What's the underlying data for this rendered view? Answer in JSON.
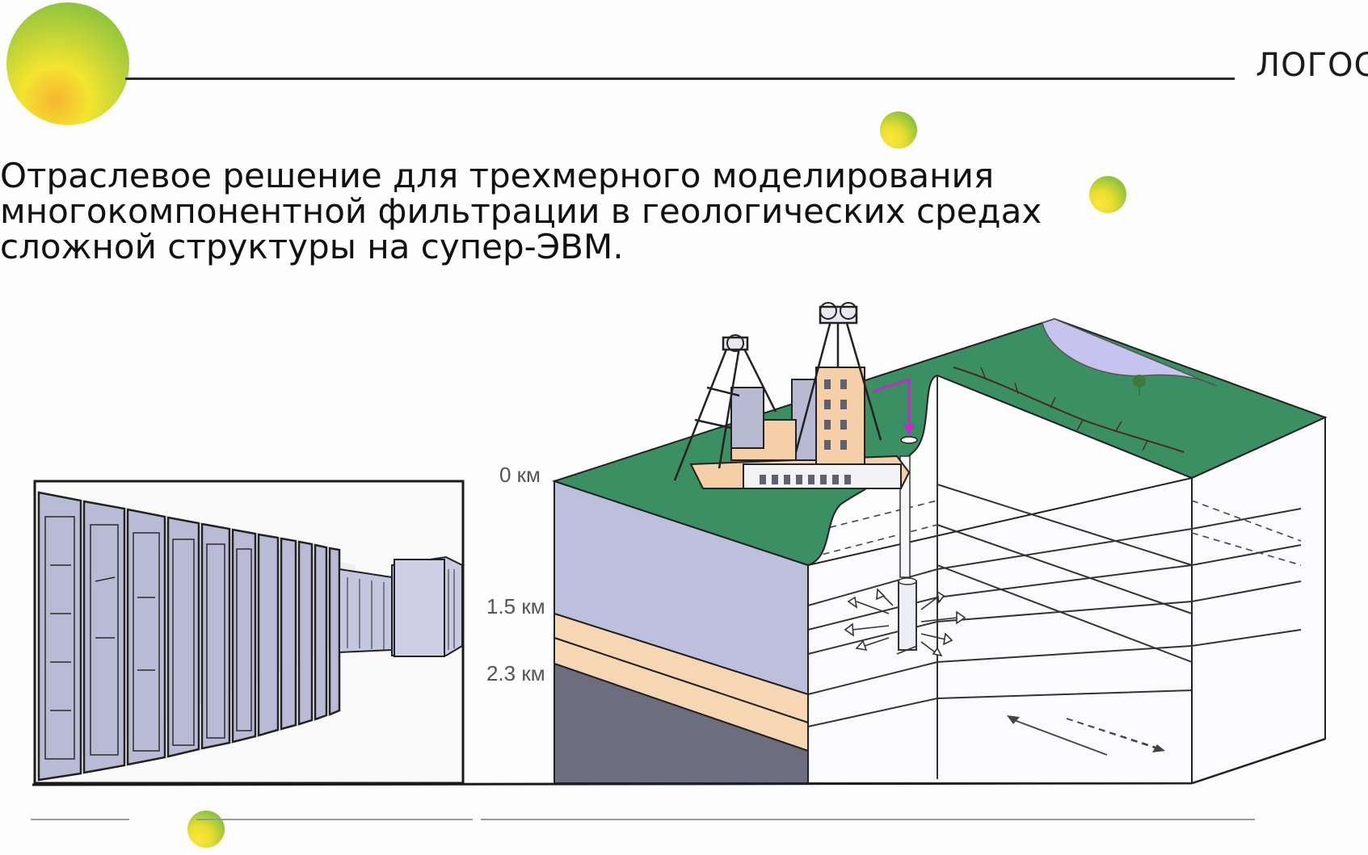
{
  "header": {
    "brand": "ЛОГОС"
  },
  "headline": {
    "lines": [
      "Отраслевое решение для трехмерного моделирования",
      "многокомпонентной фильтрации в геологических средах",
      "сложной структуры на супер-ЭВМ."
    ]
  },
  "diagram": {
    "depth_labels": [
      "0 км",
      "1.5 км",
      "2.3 км"
    ]
  },
  "colors": {
    "ground_green": "#3a8f63",
    "layer_blue": "#bcc0dc",
    "layer_sand": "#f7d6b4",
    "layer_dark": "#6d6d80",
    "lake": "#c7c3ef",
    "accent_magenta": "#c22ac9",
    "dot_yellow": "#f5e32a",
    "dot_green": "#8ec23e"
  }
}
